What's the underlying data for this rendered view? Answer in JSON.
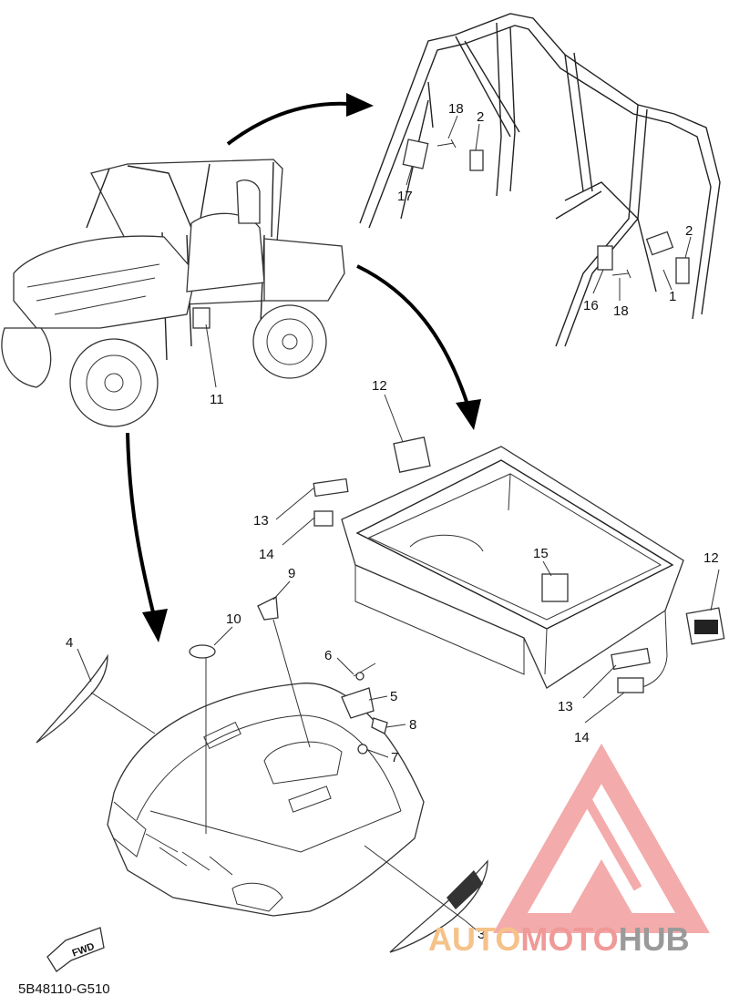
{
  "diagram": {
    "part_code": "5B48110-G510",
    "fwd_label": "FWD",
    "callouts": {
      "c1": "1",
      "c2a": "2",
      "c2b": "2",
      "c3": "3",
      "c4": "4",
      "c5": "5",
      "c6": "6",
      "c7": "7",
      "c8": "8",
      "c9": "9",
      "c10": "10",
      "c11": "11",
      "c12a": "12",
      "c12b": "12",
      "c13a": "13",
      "c13b": "13",
      "c14a": "14",
      "c14b": "14",
      "c15": "15",
      "c16": "16",
      "c17": "17",
      "c18a": "18",
      "c18b": "18"
    }
  },
  "watermark": {
    "part1": "AUTO",
    "part2": "MOTO",
    "part3": "HUB",
    "color_auto": "#f5c28a",
    "color_moto": "#ef9a98",
    "color_hub": "#9a9a9a",
    "logo_color": "#f08f8f"
  }
}
